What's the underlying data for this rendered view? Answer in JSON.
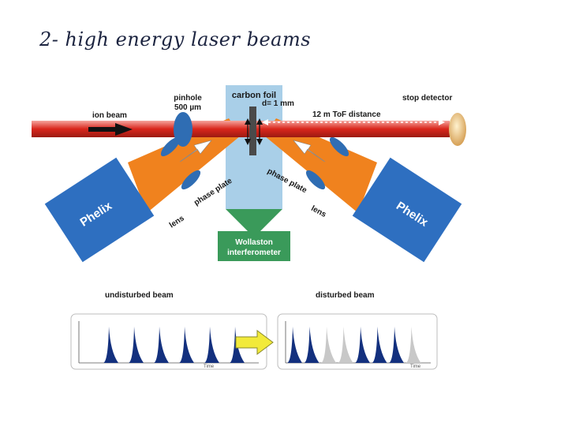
{
  "slide": {
    "title": "2- high energy laser beams"
  },
  "diagram": {
    "labels": {
      "ion_beam": "ion beam",
      "pinhole_line1": "pinhole",
      "pinhole_line2": "500 µm",
      "carbon_foil": "carbon foil",
      "thickness": "d= 1 mm",
      "tof_distance": "12 m ToF distance",
      "stop_detector": "stop detector",
      "phelix_left": "Phelix",
      "phelix_right": "Phelix",
      "phase_plate_left": "phase plate",
      "phase_plate_right": "phase plate",
      "lens_left": "lens",
      "lens_right": "lens",
      "wollaston_line1": "Wollaston",
      "wollaston_line2": "interferometer"
    },
    "colors": {
      "laser": "#f0821e",
      "ion_beam": "#d9261c",
      "phelix_box": "#2e6fc0",
      "lens": "#2f6db3",
      "interferometer": "#3a9a5a",
      "foil_region": "#a9cfe8"
    }
  },
  "panels": {
    "undisturbed": {
      "title": "undisturbed beam",
      "axis_label": "Time",
      "peaks": [
        "dark",
        "dark",
        "dark",
        "dark",
        "dark",
        "dark"
      ]
    },
    "disturbed": {
      "title": "disturbed beam",
      "axis_label": "Time",
      "peaks": [
        "dark",
        "dark",
        "light",
        "light",
        "dark",
        "dark",
        "dark",
        "light"
      ]
    },
    "arrow_color": "#f2ea3a"
  }
}
